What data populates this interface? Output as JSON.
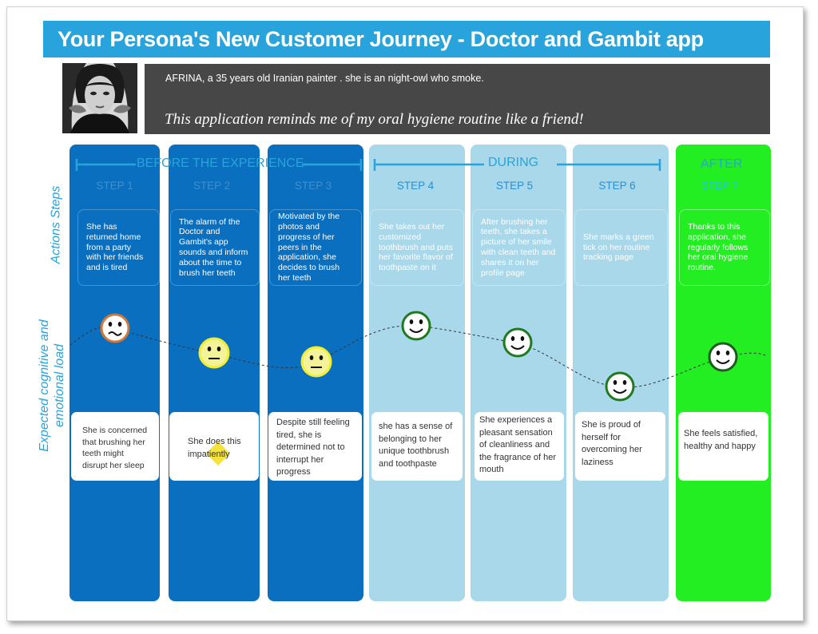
{
  "title": "Your Persona's New Customer Journey - Doctor and Gambit app",
  "persona": {
    "description": "AFRINA, a 35 years old Iranian painter . she is an night-owl who smoke.",
    "quote": "This application reminds me of my oral hygiene routine like a friend!"
  },
  "row_labels": {
    "actions": "Actions Steps",
    "emotion_line1": "Expected cognitive and",
    "emotion_line2": "emotional load"
  },
  "phases": {
    "before": "BEFORE THE EXPERIENCE",
    "during": "DURING",
    "after": "AFTER"
  },
  "colors": {
    "dark_column": "#0a6fbf",
    "light_column": "#a8d8ea",
    "green_column": "#22ee22",
    "title_bar": "#29a3dc",
    "persona_box": "#474747"
  },
  "steps": [
    {
      "label": "STEP 1",
      "action": "She has returned home from a party with her friends and is tired",
      "emotion": "She is concerned that brushing her teeth might disrupt her sleep",
      "face": "worried-face-icon"
    },
    {
      "label": "STEP 2",
      "action": "The alarm of the Doctor and Gambit's app sounds and inform about the time to brush her teeth",
      "emotion": "She does this impatiently",
      "face": "neutral-face-icon"
    },
    {
      "label": "STEP 3",
      "action": "Motivated by the photos and progress of her peers in the application, she decides to brush her teeth",
      "emotion": "Despite still feeling tired, she is determined not to interrupt her progress",
      "face": "neutral-face-icon"
    },
    {
      "label": "STEP 4",
      "action": "She takes out her customized toothbrush and puts her favorite flavor of toothpaste on it",
      "emotion": "she has a sense of belonging to her unique toothbrush and toothpaste",
      "face": "smile-face-icon"
    },
    {
      "label": "STEP 5",
      "action": "After brushing her teeth, she takes a picture of her smile with clean teeth and shares it on her profile page",
      "emotion": "She experiences a pleasant sensation of cleanliness and the fragrance of her mouth",
      "face": "smile-face-icon"
    },
    {
      "label": "STEP 6",
      "action": "She marks a green tick on her routine tracking page",
      "emotion": "She is proud of herself for overcoming her laziness",
      "face": "smile-face-icon"
    },
    {
      "label": "STEP 7",
      "action": "Thanks to this application, she regularly follows her oral hygiene routine.",
      "emotion": "She feels satisfied, healthy and happy",
      "face": "smile-face-icon"
    }
  ]
}
